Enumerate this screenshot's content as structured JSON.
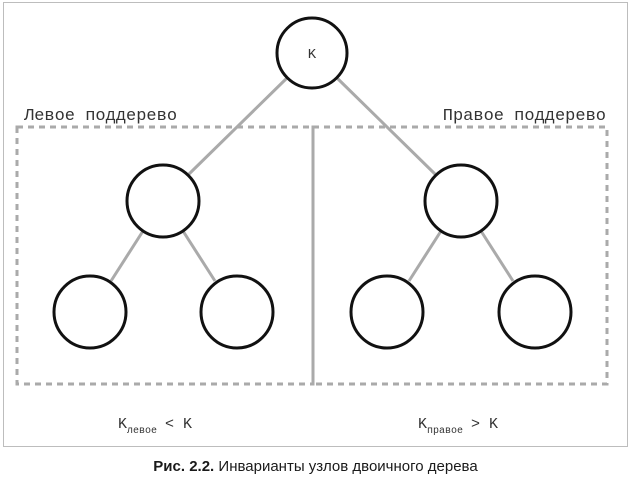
{
  "diagram": {
    "root_label": "K",
    "left_subtree_label": "Левое поддерево",
    "right_subtree_label": "Правое поддерево",
    "left_invariant": {
      "main": "K",
      "sub": "левое",
      "op": "< K"
    },
    "right_invariant": {
      "main": "K",
      "sub": "правое",
      "op": "> K"
    }
  },
  "caption": {
    "figure": "Рис. 2.2.",
    "text": "Инварианты узлов двоичного дерева"
  },
  "colors": {
    "node_stroke": "#111111",
    "edge": "#aaaaaa",
    "dashed_box": "#aaaaaa",
    "frame": "#bdbdbd",
    "text": "#333333"
  }
}
